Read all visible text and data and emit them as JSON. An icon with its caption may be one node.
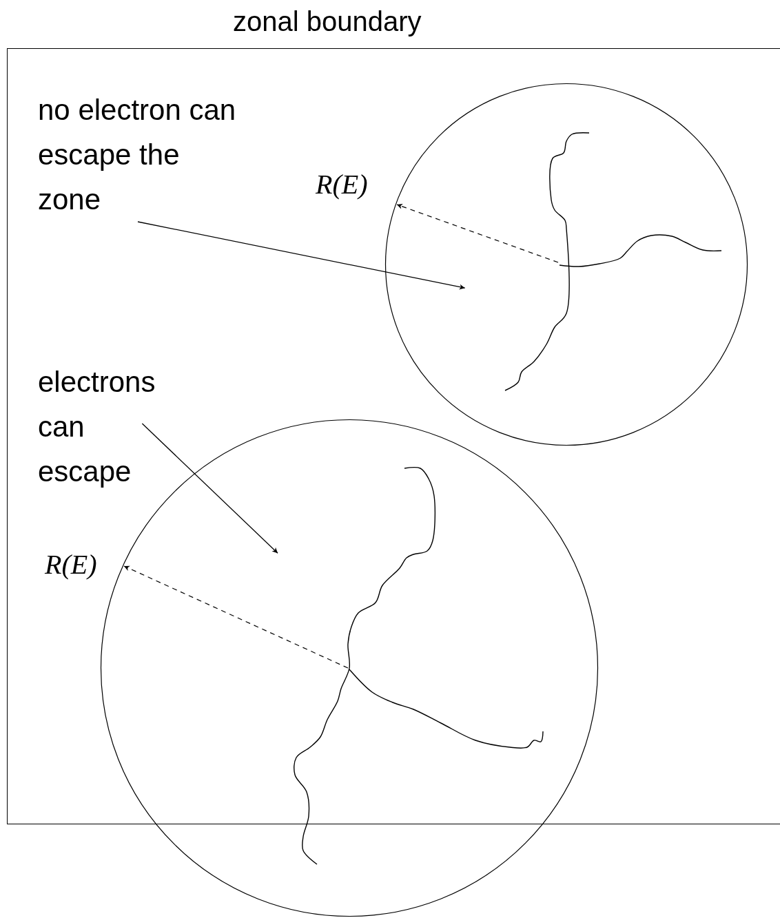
{
  "diagram": {
    "nodes": [
      {
        "text": [
          "zonal boundary"
        ]
      },
      {
        "text": [
          "no electron can escape the zone"
        ],
        "in": 0
      },
      {
        "text": [],
        "shape": "circle",
        "in": 0,
        "beside": [
          "R(E)"
        ]
      },
      {
        "text": [
          "electrons can escape"
        ],
        "in": 0
      },
      {
        "text": [],
        "shape": "circle",
        "beside": [
          "R(E)"
        ]
      }
    ],
    "edges": [
      {
        "from": 1,
        "to": 2,
        "arrow": "to"
      },
      {
        "from": 3,
        "to": 4,
        "arrow": "to"
      }
    ]
  }
}
